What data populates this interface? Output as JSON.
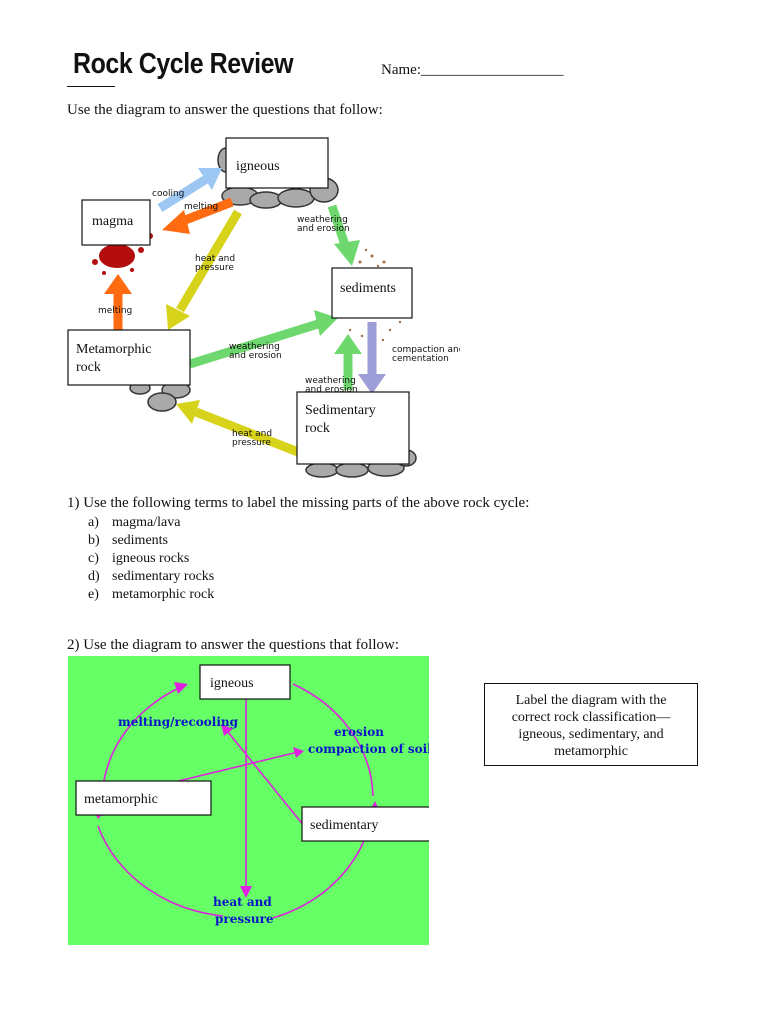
{
  "header": {
    "title": "Rock Cycle Review",
    "name_label": "Name:___________________"
  },
  "intro": "Use the diagram to answer the questions that follow:",
  "diagram1": {
    "boxes": {
      "igneous": "igneous",
      "magma": "magma",
      "sediments": "sediments",
      "metamorphic_line1": "Metamorphic",
      "metamorphic_line2": "rock",
      "sedimentary_line1": "Sedimentary",
      "sedimentary_line2": "rock"
    },
    "arrows": {
      "cooling": "cooling",
      "melting_top": "melting",
      "weathering_top_1": "weathering",
      "weathering_top_2": "and erosion",
      "heat_top_1": "heat and",
      "heat_top_2": "pressure",
      "melting_left": "melting",
      "weathering_mid_1": "weathering",
      "weathering_mid_2": "and erosion",
      "compaction_1": "compaction and",
      "compaction_2": "cementation",
      "weathering_low_1": "weathering",
      "weathering_low_2": "and erosion",
      "heat_bottom_1": "heat and",
      "heat_bottom_2": "pressure"
    }
  },
  "question1": {
    "prompt": "1)  Use the following terms to label the missing parts of the above rock cycle:",
    "options": [
      {
        "letter": "a)",
        "text": "magma/lava"
      },
      {
        "letter": "b)",
        "text": "sediments"
      },
      {
        "letter": "c)",
        "text": "igneous rocks"
      },
      {
        "letter": "d)",
        "text": "sedimentary rocks"
      },
      {
        "letter": "e)",
        "text": "metamorphic rock"
      }
    ]
  },
  "question2": {
    "prompt": "2)  Use the diagram to answer the questions that follow:"
  },
  "diagram2": {
    "background": "#66ff66",
    "arrow_color": "#e020e0",
    "label_color": "#0a12c8",
    "boxes": {
      "igneous": "igneous",
      "metamorphic": "metamorphic",
      "sedimentary": "sedimentary"
    },
    "labels": {
      "melting": "melting/recooling",
      "erosion_1": "erosion",
      "erosion_2": "compaction of soil",
      "heat_1": "heat and",
      "heat_2": "pressure"
    }
  },
  "instruction_box": "Label the diagram with the correct rock classification—igneous, sedimentary, and metamorphic"
}
